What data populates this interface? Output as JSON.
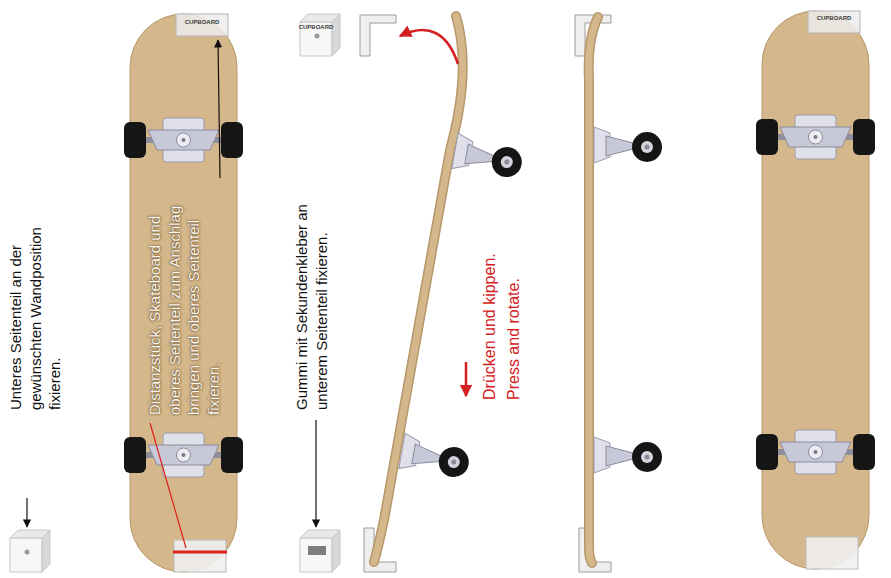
{
  "diagram": {
    "labels": [
      "Unteres Seitenteil an der gewünschten Wandposition fixieren.",
      "CUPBOARD",
      "Distanzstück, Skateboard und oberes Seitenteil zum Anschlag bringen und oberes Seitenteil fixieren.",
      "CUPBOARD",
      "Gummi mit Sekundenkleber an unterem Seitenteil fixieren.",
      "Drücken und kippen.",
      "Press and rotate.",
      "CUPBOARD"
    ]
  }
}
